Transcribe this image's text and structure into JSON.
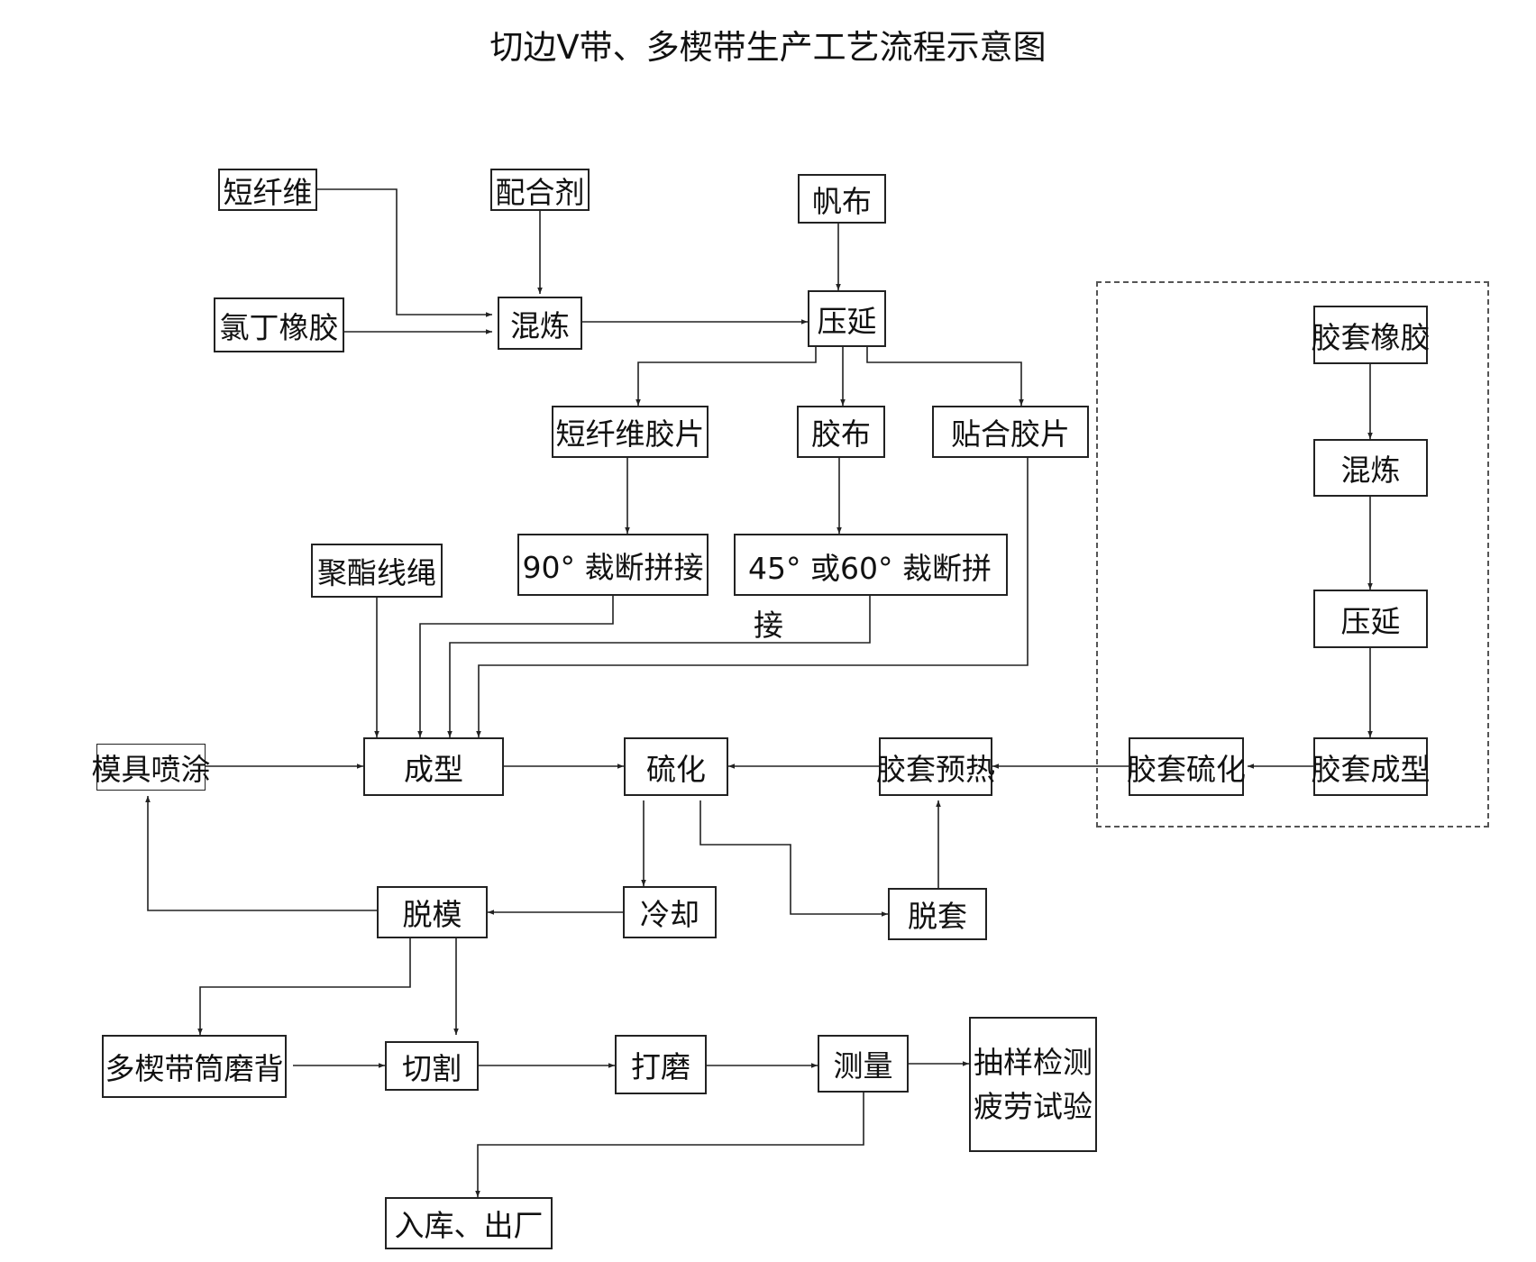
{
  "title": "切边V带、多楔带生产工艺流程示意图",
  "nodes": {
    "short_fiber": "短纤维",
    "compound_agent": "配合剂",
    "canvas_fabric": "帆布",
    "chloroprene_rubber": "氯丁橡胶",
    "mixing": "混炼",
    "calendering": "压延",
    "short_fiber_sheet": "短纤维胶片",
    "rubberized_fabric": "胶布",
    "laminated_sheet": "贴合胶片",
    "polyester_cord": "聚酯线绳",
    "cut_splice_90": "90° 裁断拼接",
    "cut_splice_45_60_a": "45° 或60° 裁断拼",
    "cut_splice_45_60_b": "接",
    "mold_spraying": "模具喷涂",
    "forming": "成型",
    "vulcanization": "硫化",
    "sleeve_preheat": "胶套预热",
    "sleeve_vulcanization": "胶套硫化",
    "sleeve_forming": "胶套成型",
    "sleeve_rubber": "胶套橡胶",
    "sleeve_mixing": "混炼",
    "sleeve_calendering": "压延",
    "demolding": "脱模",
    "cooling": "冷却",
    "sleeve_removal": "脱套",
    "multi_wedge_grinding": "多楔带筒磨背",
    "cutting": "切割",
    "grinding": "打磨",
    "measurement": "测量",
    "sampling_line1": "抽样检测",
    "sampling_line2": "疲劳试验",
    "warehousing": "入库、出厂"
  },
  "edges": [
    [
      "short_fiber",
      "mixing"
    ],
    [
      "compound_agent",
      "mixing"
    ],
    [
      "chloroprene_rubber",
      "mixing"
    ],
    [
      "mixing",
      "calendering"
    ],
    [
      "canvas_fabric",
      "calendering"
    ],
    [
      "calendering",
      "short_fiber_sheet"
    ],
    [
      "calendering",
      "rubberized_fabric"
    ],
    [
      "calendering",
      "laminated_sheet"
    ],
    [
      "short_fiber_sheet",
      "cut_splice_90"
    ],
    [
      "rubberized_fabric",
      "cut_splice_45_60"
    ],
    [
      "polyester_cord",
      "forming"
    ],
    [
      "cut_splice_90",
      "forming"
    ],
    [
      "cut_splice_45_60",
      "forming"
    ],
    [
      "laminated_sheet",
      "forming"
    ],
    [
      "mold_spraying",
      "forming"
    ],
    [
      "forming",
      "vulcanization"
    ],
    [
      "sleeve_preheat",
      "vulcanization"
    ],
    [
      "sleeve_rubber",
      "sleeve_mixing"
    ],
    [
      "sleeve_mixing",
      "sleeve_calendering"
    ],
    [
      "sleeve_calendering",
      "sleeve_forming"
    ],
    [
      "sleeve_forming",
      "sleeve_vulcanization"
    ],
    [
      "sleeve_vulcanization",
      "sleeve_preheat"
    ],
    [
      "vulcanization",
      "cooling"
    ],
    [
      "vulcanization",
      "sleeve_removal"
    ],
    [
      "sleeve_removal",
      "sleeve_preheat"
    ],
    [
      "cooling",
      "demolding"
    ],
    [
      "demolding",
      "mold_spraying"
    ],
    [
      "demolding",
      "multi_wedge_grinding"
    ],
    [
      "demolding",
      "cutting"
    ],
    [
      "multi_wedge_grinding",
      "cutting"
    ],
    [
      "cutting",
      "grinding"
    ],
    [
      "grinding",
      "measurement"
    ],
    [
      "measurement",
      "sampling"
    ],
    [
      "measurement",
      "warehousing"
    ]
  ]
}
